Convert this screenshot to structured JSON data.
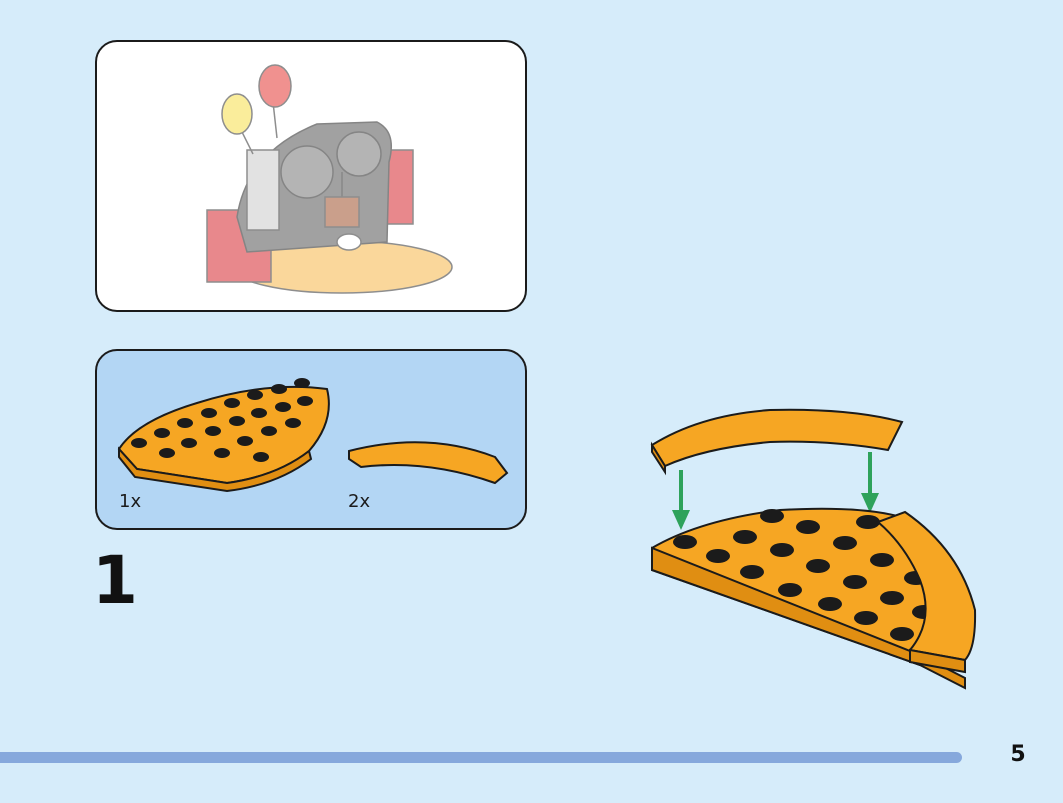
{
  "step": {
    "number": "1"
  },
  "parts": [
    {
      "quantity": "1x"
    },
    {
      "quantity": "2x"
    }
  ],
  "page": {
    "number": "5"
  },
  "colors": {
    "background": "#d6ecfa",
    "parts_panel": "#b3d6f4",
    "brick_orange": "#f6a623",
    "arrow_green": "#2ea25b",
    "progress_bar": "#86a8dc"
  }
}
